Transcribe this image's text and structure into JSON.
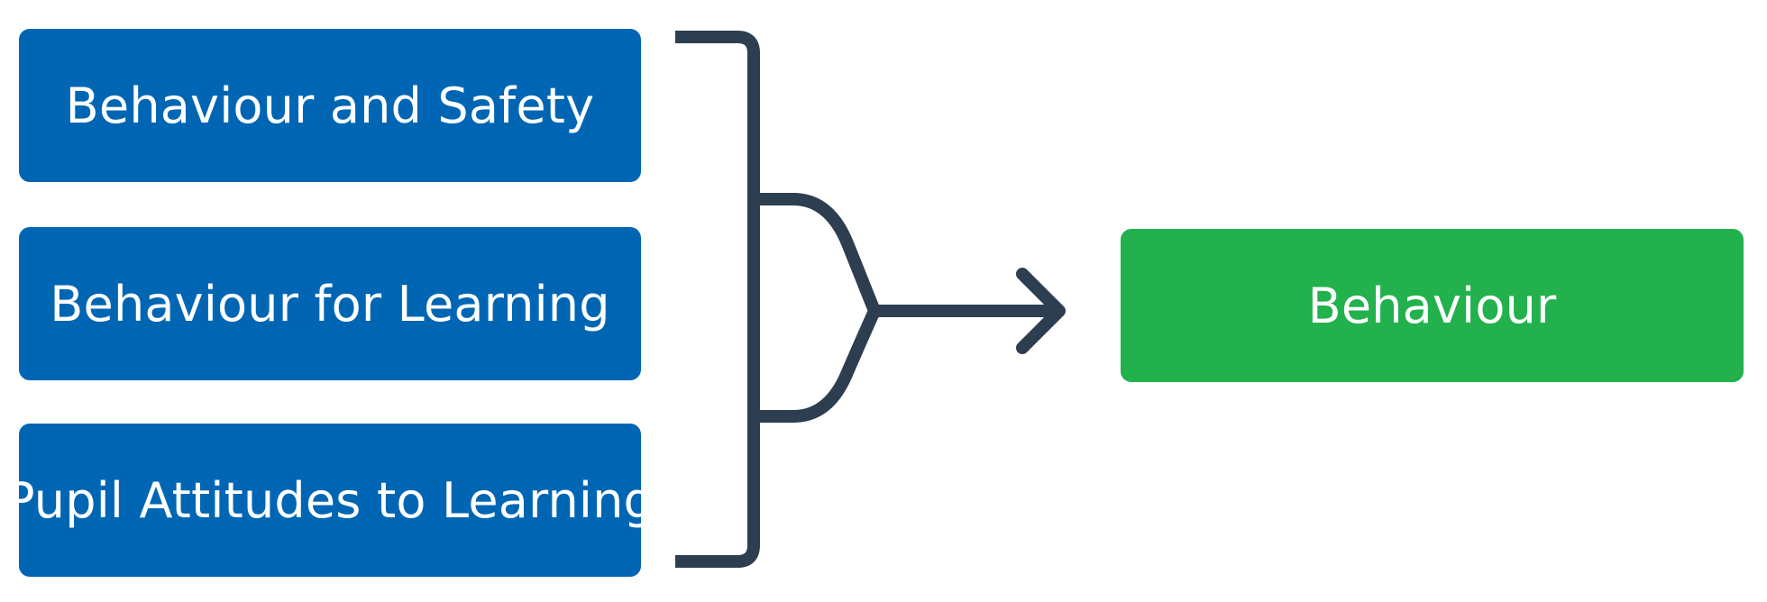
{
  "inputs": [
    {
      "label": "Behaviour and Safety"
    },
    {
      "label": "Behaviour for Learning"
    },
    {
      "label": "Pupil Attitudes to Learning"
    }
  ],
  "output": {
    "label": "Behaviour"
  },
  "colors": {
    "input_box": "#0066b3",
    "output_box": "#22b14c",
    "connector": "#2d3e50",
    "text": "#ffffff"
  }
}
